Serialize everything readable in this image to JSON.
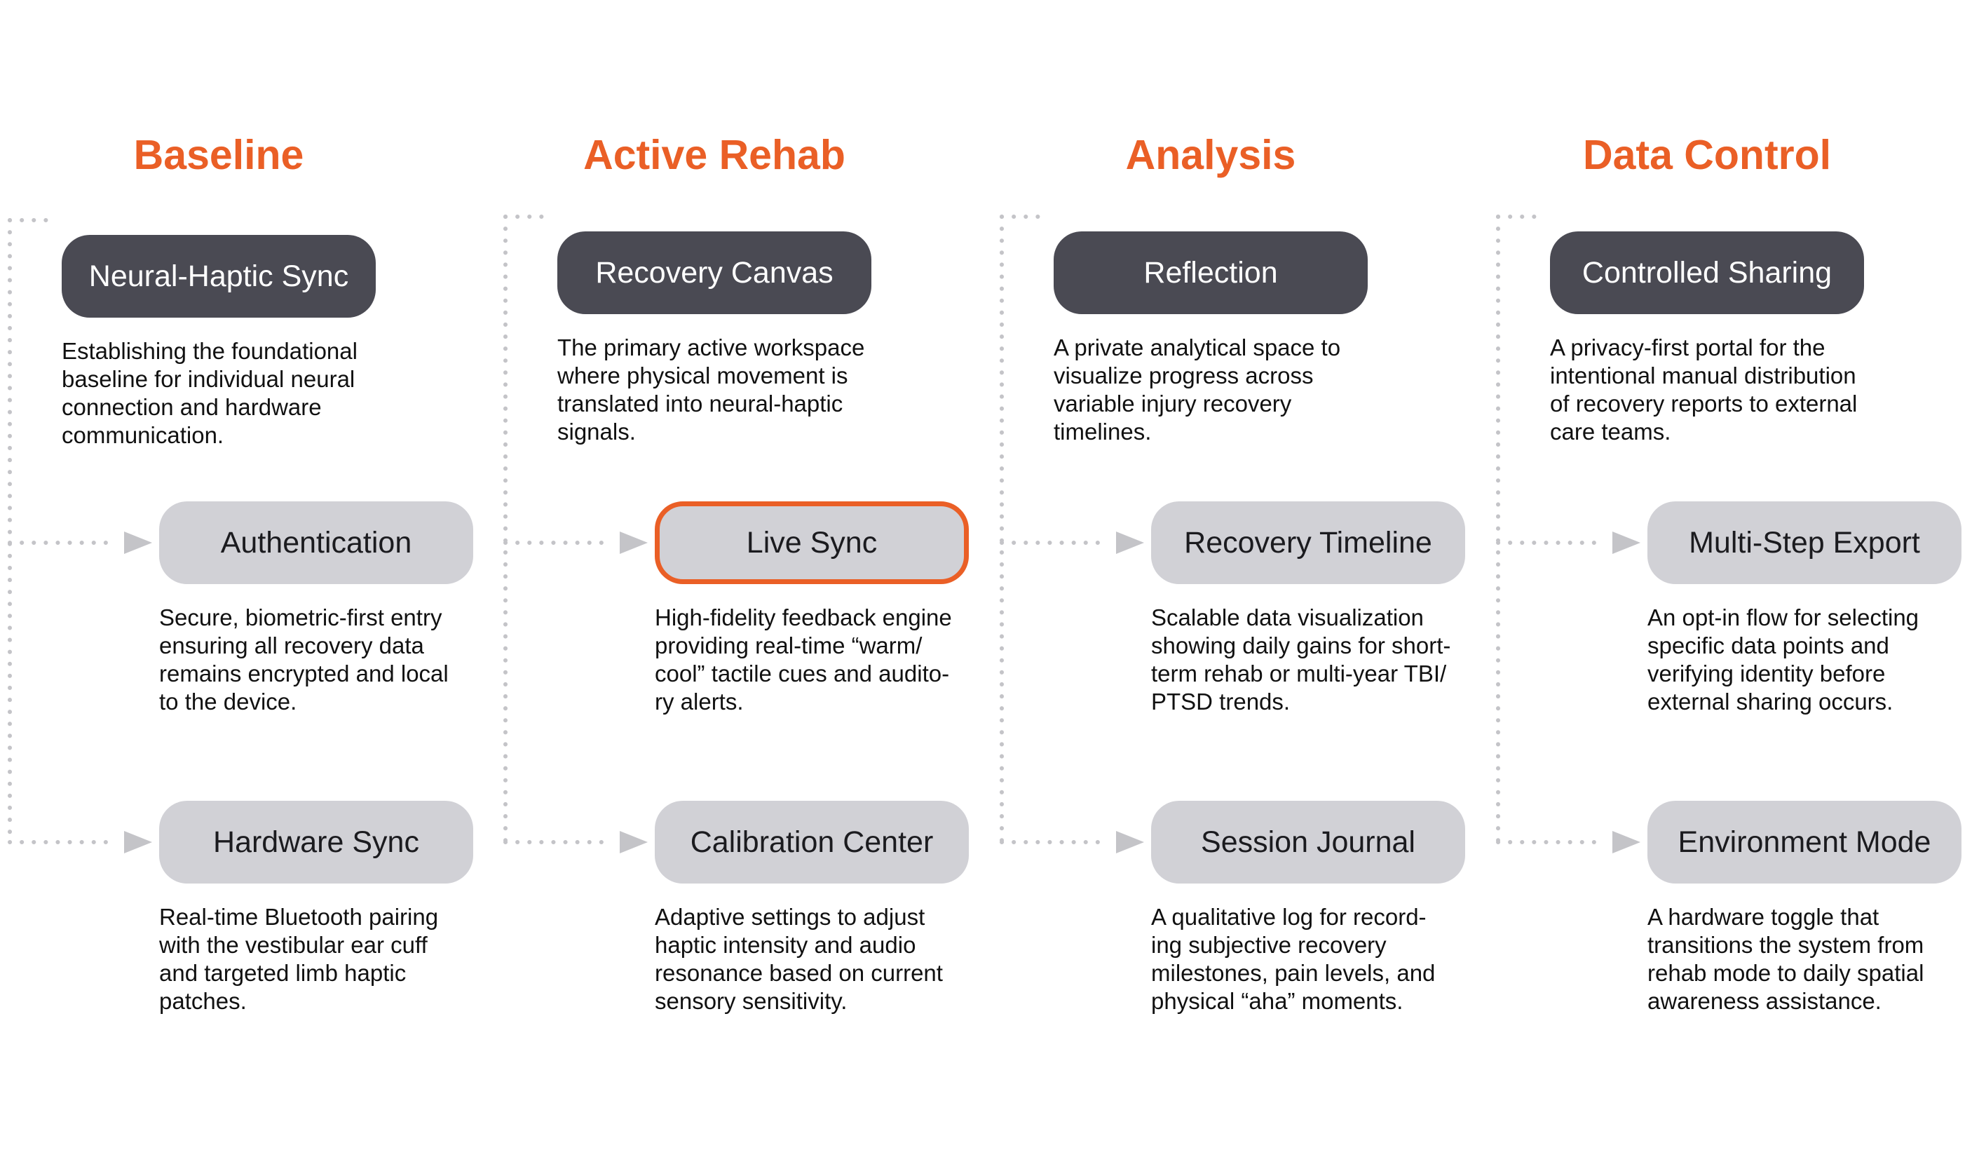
{
  "colors": {
    "accent": "#ea5f26",
    "primary_pill": "#4a4a53",
    "secondary_pill": "#d1d1d6",
    "connector": "#c4c4c8",
    "text": "#111111"
  },
  "columns": [
    {
      "title": "Baseline",
      "primary": {
        "label": "Neural-Haptic Sync",
        "desc": [
          "Establishing the foundational",
          "baseline for individual neural",
          "connection and hardware",
          "communication."
        ]
      },
      "children": [
        {
          "label": "Authentication",
          "selected": false,
          "desc": [
            "Secure, biometric-first entry",
            "ensuring all recovery data",
            "remains encrypted and local",
            "to the device."
          ]
        },
        {
          "label": "Hardware Sync",
          "selected": false,
          "desc": [
            "Real-time Bluetooth pairing",
            "with the vestibular ear cuff",
            "and targeted limb haptic",
            "patches."
          ]
        }
      ]
    },
    {
      "title": "Active Rehab",
      "primary": {
        "label": "Recovery Canvas",
        "desc": [
          "The primary active workspace",
          "where physical movement is",
          "translated into neural-haptic",
          "signals."
        ]
      },
      "children": [
        {
          "label": "Live Sync",
          "selected": true,
          "desc": [
            "High-fidelity feedback engine",
            "providing real-time “warm/",
            "cool” tactile cues and audito-",
            "ry alerts."
          ]
        },
        {
          "label": "Calibration Center",
          "selected": false,
          "desc": [
            "Adaptive settings to adjust",
            "haptic intensity and audio",
            "resonance based on current",
            "sensory sensitivity."
          ]
        }
      ]
    },
    {
      "title": "Analysis",
      "primary": {
        "label": "Reflection",
        "desc": [
          "A private analytical space to",
          "visualize progress across",
          "variable injury recovery",
          "timelines."
        ]
      },
      "children": [
        {
          "label": "Recovery Timeline",
          "selected": false,
          "desc": [
            "Scalable data visualization",
            "showing daily gains for short-",
            "term rehab or multi-year TBI/",
            "PTSD trends."
          ]
        },
        {
          "label": "Session Journal",
          "selected": false,
          "desc": [
            "A qualitative log for record-",
            "ing subjective recovery",
            "milestones, pain levels, and",
            "physical “aha” moments."
          ]
        }
      ]
    },
    {
      "title": "Data Control",
      "primary": {
        "label": "Controlled Sharing",
        "desc": [
          "A privacy-first portal for the",
          "intentional manual distribution",
          "of recovery reports to external",
          "care teams."
        ]
      },
      "children": [
        {
          "label": "Multi-Step Export",
          "selected": false,
          "desc": [
            "An opt-in flow for selecting",
            "specific data points and",
            "verifying identity before",
            "external sharing occurs."
          ]
        },
        {
          "label": "Environment Mode",
          "selected": false,
          "desc": [
            "A hardware toggle that",
            "transitions the system from",
            "rehab mode to daily spatial",
            "awareness assistance."
          ]
        }
      ]
    }
  ]
}
